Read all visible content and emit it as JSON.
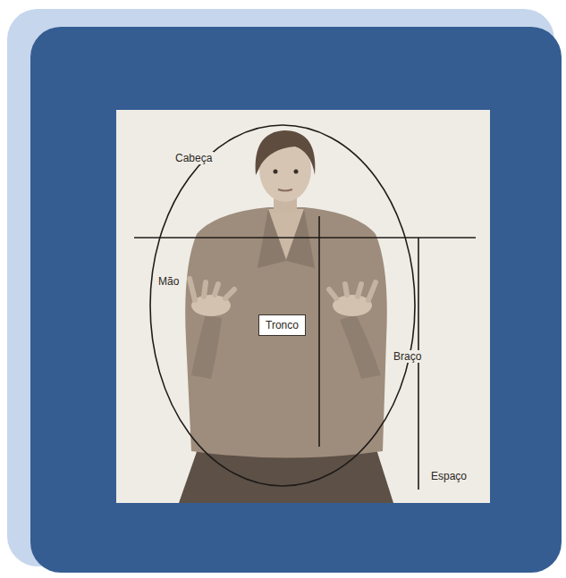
{
  "diagram": {
    "nodes": [
      {
        "text": [
          "Tronco"
        ]
      }
    ],
    "labels": [
      "Cabeça",
      "Mão",
      "Braço",
      "Espaço"
    ]
  }
}
